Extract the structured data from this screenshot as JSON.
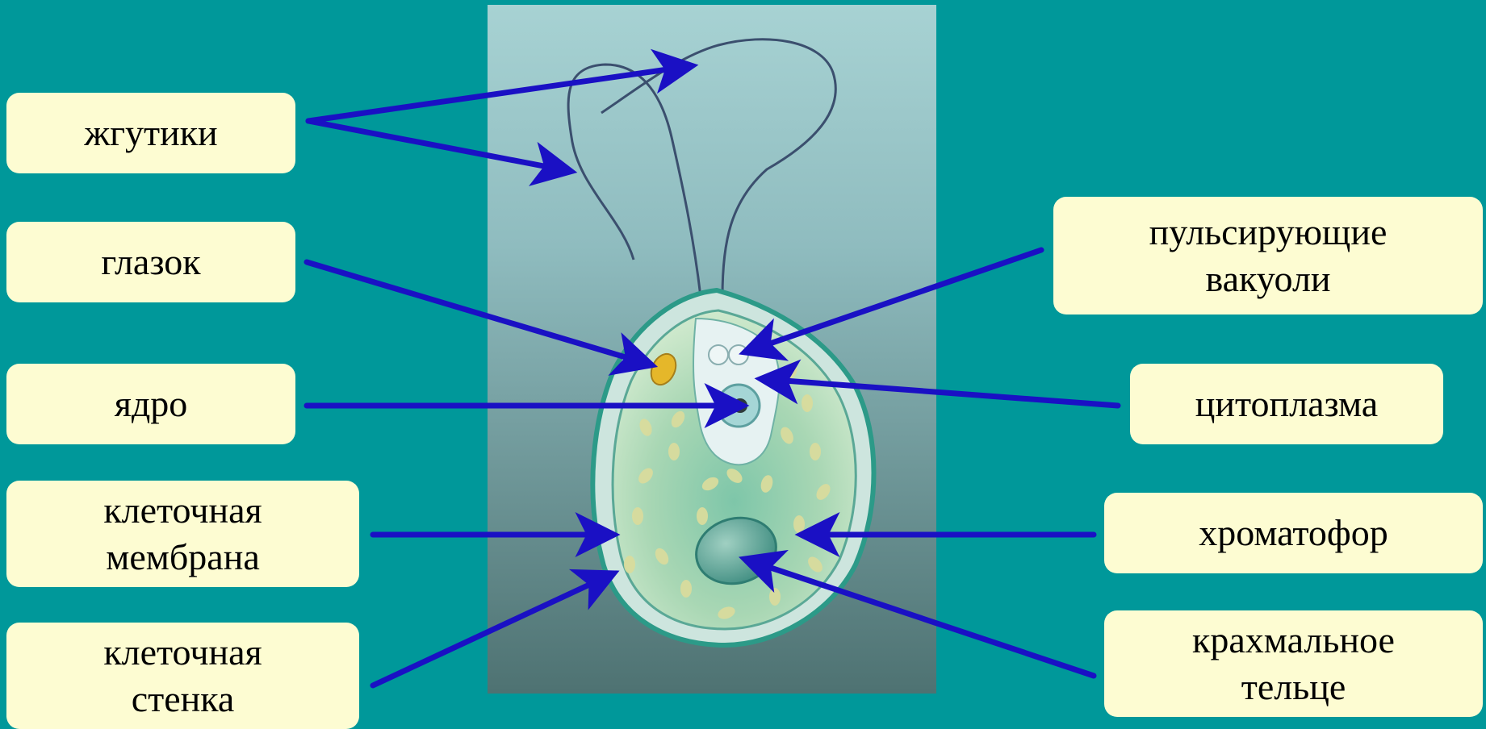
{
  "labels": {
    "flagella": [
      "жгутики"
    ],
    "eyespot": [
      "глазок"
    ],
    "nucleus": [
      "ядро"
    ],
    "cell_membrane": [
      "клеточная",
      "мембрана"
    ],
    "cell_wall": [
      "клеточная",
      "стенка"
    ],
    "contractile_vacuoles": [
      "пульсирующие",
      "вакуоли"
    ],
    "cytoplasm": [
      "цитоплазма"
    ],
    "chromatophore": [
      "хроматофор"
    ],
    "starch_body": [
      "крахмальное",
      "тельце"
    ]
  },
  "colors": {
    "background": "#00989a",
    "label_fill": "#fdfcd2",
    "arrow": "#1a10c4",
    "cell_fill": "#b7dcb0",
    "membrane": "#2c9a88"
  }
}
